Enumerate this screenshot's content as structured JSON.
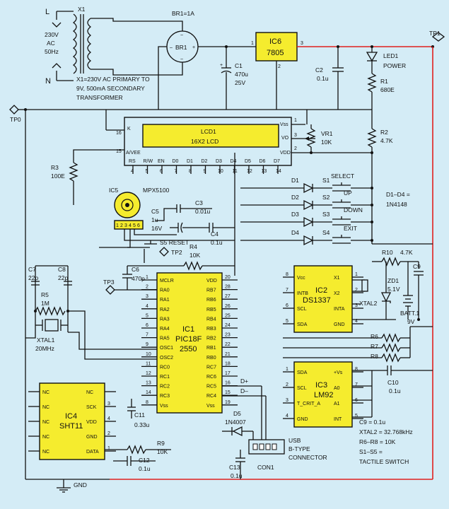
{
  "mains": {
    "line": "L",
    "neutral": "N",
    "rating": [
      "230V",
      "AC",
      "50Hz"
    ]
  },
  "transformer": {
    "ref": "X1",
    "note": [
      "X1=230V AC PRIMARY TO",
      "9V, 500mA SECONDARY",
      "TRANSFORMER"
    ]
  },
  "bridge": {
    "ref": "BR1=1A",
    "body": "BR1"
  },
  "regulator": {
    "ref": "IC6",
    "part": "7805",
    "pins": [
      "1",
      "2",
      "3"
    ]
  },
  "c1": {
    "ref": "C1",
    "values": [
      "470u",
      "25V"
    ]
  },
  "c2": {
    "ref": "C2",
    "value": "0.1u"
  },
  "led": {
    "ref": "LED1",
    "label": "POWER"
  },
  "r1": {
    "ref": "R1",
    "value": "680E"
  },
  "r2": {
    "ref": "R2",
    "value": "4.7K"
  },
  "r3": {
    "ref": "R3",
    "value": "100E"
  },
  "tp0": "TP0",
  "tp1": "TP1",
  "tp2": "TP2",
  "tp3": "TP3",
  "vr1": {
    "ref": "VR1",
    "value": "10K"
  },
  "lcd": {
    "ref": "LCD1",
    "part": "16X2 LCD",
    "top_pins": [
      "K",
      "A/VEE",
      "Vss",
      "VO",
      "VDD"
    ],
    "top_nums": [
      "16",
      "15",
      "1",
      "3",
      "2"
    ],
    "bottom_pins": [
      "RS",
      "R/W",
      "EN",
      "D0",
      "D1",
      "D2",
      "D3",
      "D4",
      "D5",
      "D6",
      "D7"
    ],
    "bottom_nums": [
      "4",
      "5",
      "6",
      "7",
      "8",
      "9",
      "10",
      "11",
      "12",
      "13",
      "14"
    ]
  },
  "switches": {
    "names": [
      "SELECT",
      "UP",
      "DOWN",
      "EXIT"
    ],
    "refs": [
      "S1",
      "S2",
      "S3",
      "S4"
    ],
    "diodes": [
      "D1",
      "D2",
      "D3",
      "D4"
    ],
    "note": [
      "D1–D4 =",
      "1N4148"
    ]
  },
  "sensor": {
    "ref": "IC5",
    "part": "MPX5100",
    "pins": [
      "1",
      "2",
      "3",
      "4",
      "5",
      "6"
    ]
  },
  "c3": {
    "ref": "C3",
    "value": "0.01u"
  },
  "c4": {
    "ref": "C4",
    "value": "0.1u"
  },
  "c5": {
    "ref": "C5",
    "values": [
      "1u",
      "16V"
    ]
  },
  "reset": {
    "ref": "S5 RESET"
  },
  "r4": {
    "ref": "R4",
    "value": "10K"
  },
  "c6": {
    "ref": "C6",
    "value": "470p"
  },
  "c7": {
    "ref": "C7",
    "value": "22p"
  },
  "c8": {
    "ref": "C8",
    "value": "22p"
  },
  "r5": {
    "ref": "R5",
    "value": "1M"
  },
  "xtal1": {
    "ref": "XTAL1",
    "value": "20MHz"
  },
  "mcu": {
    "ref": "IC1",
    "part": "PIC18F",
    "part2": "2550",
    "left": [
      "MCLR",
      "RA0",
      "RA1",
      "RA2",
      "RA3",
      "RA4",
      "RA5",
      "OSC1",
      "OSC2",
      "RC0",
      "RC1",
      "RC2",
      "RC3",
      "Vss"
    ],
    "left_nums": [
      "1",
      "2",
      "3",
      "4",
      "5",
      "6",
      "7",
      "9",
      "10",
      "11",
      "12",
      "13",
      "14",
      "8"
    ],
    "right": [
      "VDD",
      "RB7",
      "RB6",
      "RB5",
      "RB4",
      "RB3",
      "RB2",
      "RB1",
      "RB0",
      "RC7",
      "RC6",
      "RC5",
      "RC4",
      "Vss"
    ],
    "right_nums": [
      "20",
      "28",
      "27",
      "26",
      "25",
      "24",
      "23",
      "22",
      "21",
      "18",
      "17",
      "16",
      "15",
      "19"
    ]
  },
  "rtc": {
    "ref": "IC2",
    "part": "DS1337",
    "left": [
      "Vcc",
      "INTB",
      "SCL",
      "SDA"
    ],
    "right": [
      "X1",
      "X2",
      "INTA",
      "GND"
    ],
    "left_nums": [
      "8",
      "7",
      "6",
      "5"
    ],
    "right_nums": [
      "1",
      "2",
      "3",
      "4"
    ]
  },
  "r10": {
    "ref": "R10",
    "value": "4.7K"
  },
  "c9": {
    "ref": "C9"
  },
  "zd1": {
    "ref": "ZD1",
    "value": "5.1V"
  },
  "batt": {
    "ref": "BATT.1",
    "value": "9V"
  },
  "xtal2": {
    "ref": "XTAL2"
  },
  "r678": {
    "refs": [
      "R6",
      "R7",
      "R8"
    ]
  },
  "temp": {
    "ref": "IC3",
    "part": "LM92",
    "left": [
      "SDA",
      "SCL",
      "T_CRIT_A",
      "GND"
    ],
    "right": [
      "+Vs",
      "A0",
      "A1",
      "INT"
    ],
    "left_nums": [
      "1",
      "2",
      "3",
      "4"
    ],
    "right_nums": [
      "8",
      "7",
      "6",
      "5"
    ]
  },
  "c10": {
    "ref": "C10",
    "value": "0.1u"
  },
  "humid": {
    "ref": "IC4",
    "part": "SHT11",
    "left": [
      "NC",
      "NC",
      "NC",
      "NC",
      "NC"
    ],
    "right": [
      "NC",
      "SCK",
      "VDD",
      "GND",
      "DATA"
    ],
    "right_nums": [
      "3",
      "4",
      "2",
      "1"
    ]
  },
  "c11": {
    "ref": "C11",
    "value": "0.33u"
  },
  "c12": {
    "ref": "C12",
    "value": "0.1u"
  },
  "c13": {
    "ref": "C13",
    "value": "0.1u"
  },
  "r9": {
    "ref": "R9",
    "value": "10K"
  },
  "d5": {
    "ref": "D5",
    "value": "1N4007"
  },
  "usb": {
    "ref": "CON1",
    "label": [
      "USB",
      "B-TYPE",
      "CONNECTOR"
    ],
    "dplus": "D+",
    "dminus": "D–"
  },
  "gnd": "GND",
  "notes": [
    "C9 = 0.1u",
    "XTAL2 = 32.768kHz",
    "R6–R8 = 10K",
    "S1–S5 =",
    "TACTILE SWITCH"
  ]
}
